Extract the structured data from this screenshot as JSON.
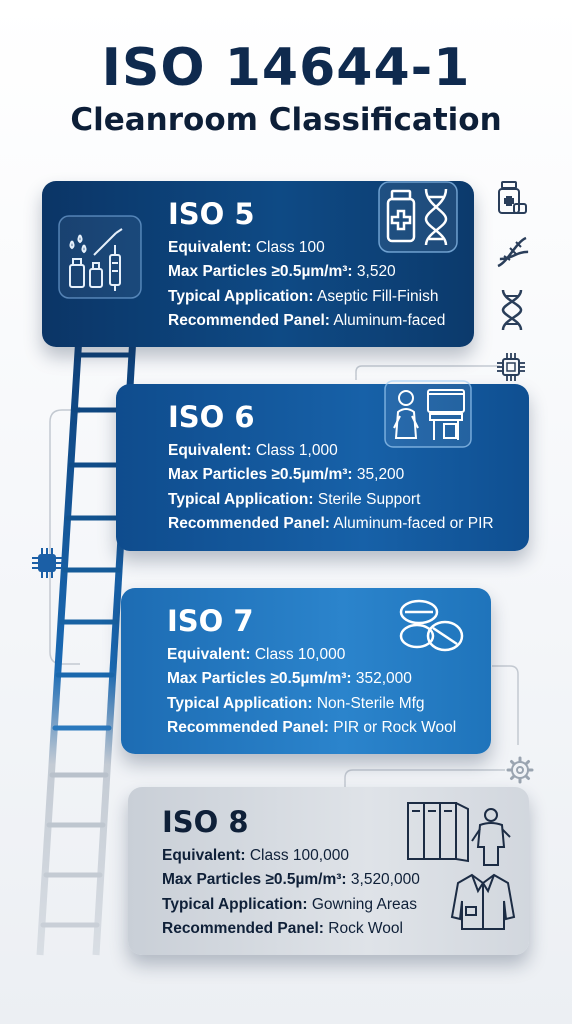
{
  "header": {
    "title": "ISO 14644-1",
    "subtitle": "Cleanroom Classification"
  },
  "labels": {
    "equivalent": "Equivalent:",
    "max_particles": "Max Particles ≥0.5µm/m³:",
    "application": "Typical Application:",
    "panel": "Recommended Panel:"
  },
  "classes": [
    {
      "name": "ISO 5",
      "equivalent": "Class 100",
      "max_particles": "3,520",
      "application": "Aseptic Fill-Finish",
      "panel": "Aluminum-faced"
    },
    {
      "name": "ISO 6",
      "equivalent": "Class 1,000",
      "max_particles": "35,200",
      "application": "Sterile Support",
      "panel": "Aluminum-faced or PIR"
    },
    {
      "name": "ISO 7",
      "equivalent": "Class 10,000",
      "max_particles": "352,000",
      "application": "Non-Sterile Mfg",
      "panel": "PIR or Rock Wool"
    },
    {
      "name": "ISO 8",
      "equivalent": "Class 100,000",
      "max_particles": "3,520,000",
      "application": "Gowning Areas",
      "panel": "Rock Wool"
    }
  ],
  "colors": {
    "navy": "#0b3566",
    "blue": "#1761a8",
    "light_blue": "#2b84cc",
    "grey": "#d6dbe1",
    "title": "#0f2a4e"
  },
  "icons": [
    "pipette-vials-icon",
    "medicine-bottle-icon",
    "dna-icon",
    "cleanroom-worker-icon",
    "pills-icon",
    "lockers-icon",
    "gowned-person-icon",
    "lab-coat-icon",
    "chip-icon",
    "gear-icon"
  ]
}
